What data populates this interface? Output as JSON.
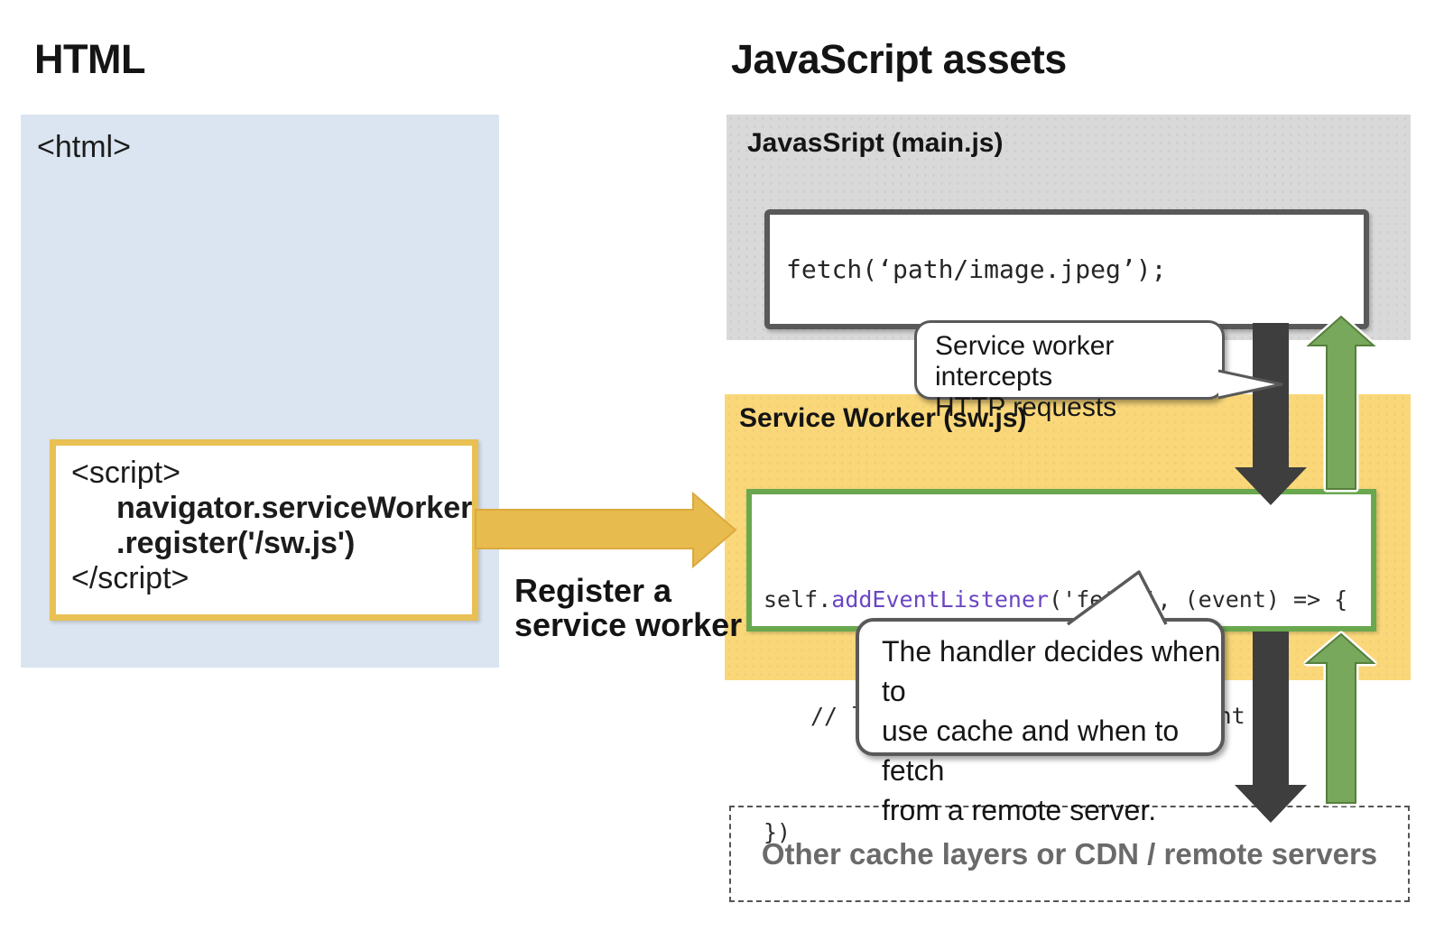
{
  "left": {
    "heading": "HTML",
    "html_tag": "<html>",
    "script_block": {
      "l1": "<script>",
      "l2": "navigator.serviceWorker",
      "l3": ".register('/sw.js')",
      "l4": "</script>"
    },
    "register_arrow_label": {
      "line1": "Register a",
      "line2": "service worker"
    }
  },
  "right": {
    "heading": "JavaScript assets",
    "mainjs": {
      "title": "JavasSript (main.js)",
      "code": "fetch(‘path/image.jpeg’);"
    },
    "service_worker": {
      "title": "Service Worker (sw.js)",
      "code_l1_pre": "self.",
      "code_l1_fn": "addEventListener",
      "code_l1_post": "('fetch', (event) => {",
      "code_l2": "// logic of handling fetch event",
      "code_l3": "})"
    },
    "bubble_intercept": {
      "line1": "Service worker intercepts",
      "line2": "HTTP requests"
    },
    "bubble_handler": {
      "line1": "The handler decides when to",
      "line2": "use cache and when to fetch",
      "line3": "from a remote server."
    },
    "other_layers_label": "Other cache layers or CDN / remote servers"
  },
  "colors": {
    "blue_panel": "#dbe5f1",
    "gray_panel": "#d9d9d9",
    "yellow_panel": "#fad87a",
    "yellow_accent": "#e8c053",
    "green_accent": "#6aa84f",
    "green_arrow": "#77a85c",
    "dark_arrow": "#3e3e3e",
    "border_gray": "#595959",
    "code_keyword_purple": "#6a46c3"
  }
}
